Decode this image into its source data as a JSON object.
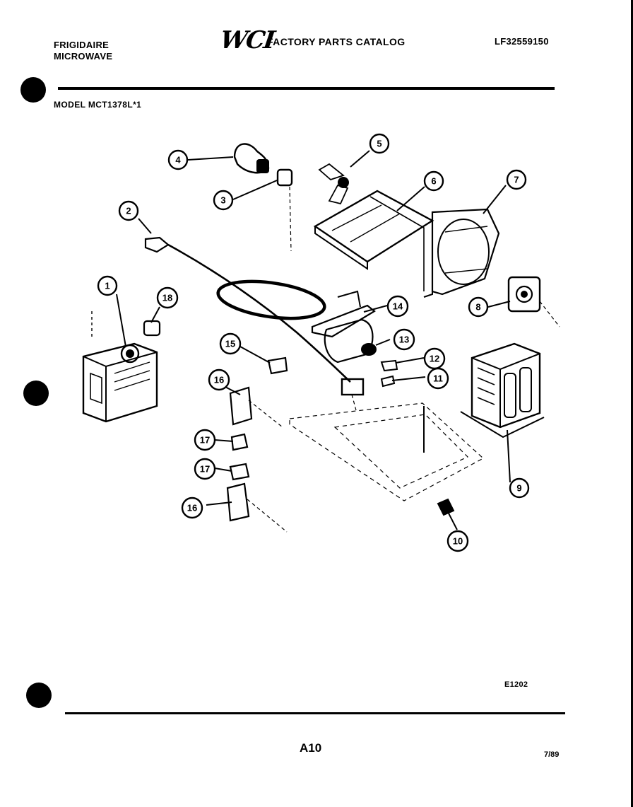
{
  "header": {
    "brand_line1": "FRIGIDAIRE",
    "brand_line2": "MICROWAVE",
    "logo": "WCI",
    "catalog_title": "FACTORY PARTS CATALOG",
    "catalog_number": "LF32559150"
  },
  "model_line": "MODEL MCT1378L*1",
  "callouts": [
    {
      "num": "1"
    },
    {
      "num": "2"
    },
    {
      "num": "3"
    },
    {
      "num": "4"
    },
    {
      "num": "5"
    },
    {
      "num": "6"
    },
    {
      "num": "7"
    },
    {
      "num": "8"
    },
    {
      "num": "9"
    },
    {
      "num": "10"
    },
    {
      "num": "11"
    },
    {
      "num": "12"
    },
    {
      "num": "13"
    },
    {
      "num": "14"
    },
    {
      "num": "15"
    },
    {
      "num": "16"
    },
    {
      "num": "16"
    },
    {
      "num": "17"
    },
    {
      "num": "17"
    },
    {
      "num": "18"
    }
  ],
  "figure_code": "E1202",
  "page_number": "A10",
  "date": "7/89"
}
